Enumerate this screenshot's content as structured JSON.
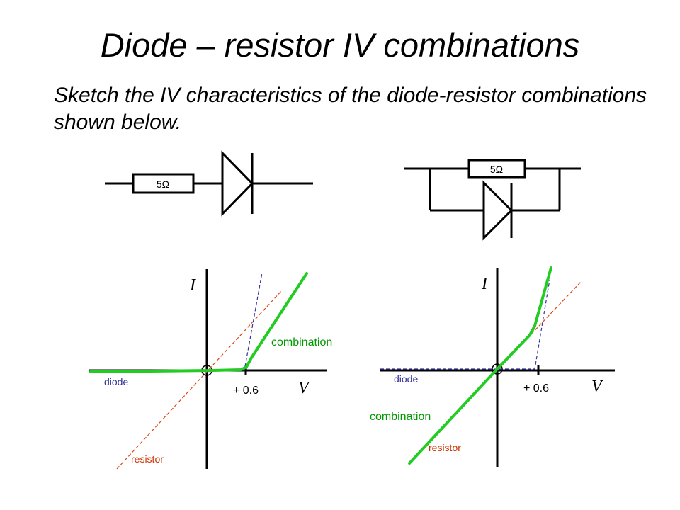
{
  "title": "Diode – resistor IV combinations",
  "subtitle": "Sketch the IV characteristics of the diode-resistor combinations shown below.",
  "circuits": {
    "series": {
      "resistor_label": "5Ω"
    },
    "parallel": {
      "resistor_label": "5Ω"
    }
  },
  "graphs": {
    "left": {
      "y_axis_label": "I",
      "x_axis_label": "V",
      "tick_label": "+ 0.6",
      "diode_label": "diode",
      "resistor_label": "resistor",
      "combination_label": "combination"
    },
    "right": {
      "y_axis_label": "I",
      "x_axis_label": "V",
      "tick_label": "+ 0.6",
      "diode_label": "diode",
      "resistor_label": "resistor",
      "combination_label": "combination"
    }
  },
  "colors": {
    "combination": "#22cc22",
    "diode": "#333399",
    "resistor": "#dd4411"
  }
}
